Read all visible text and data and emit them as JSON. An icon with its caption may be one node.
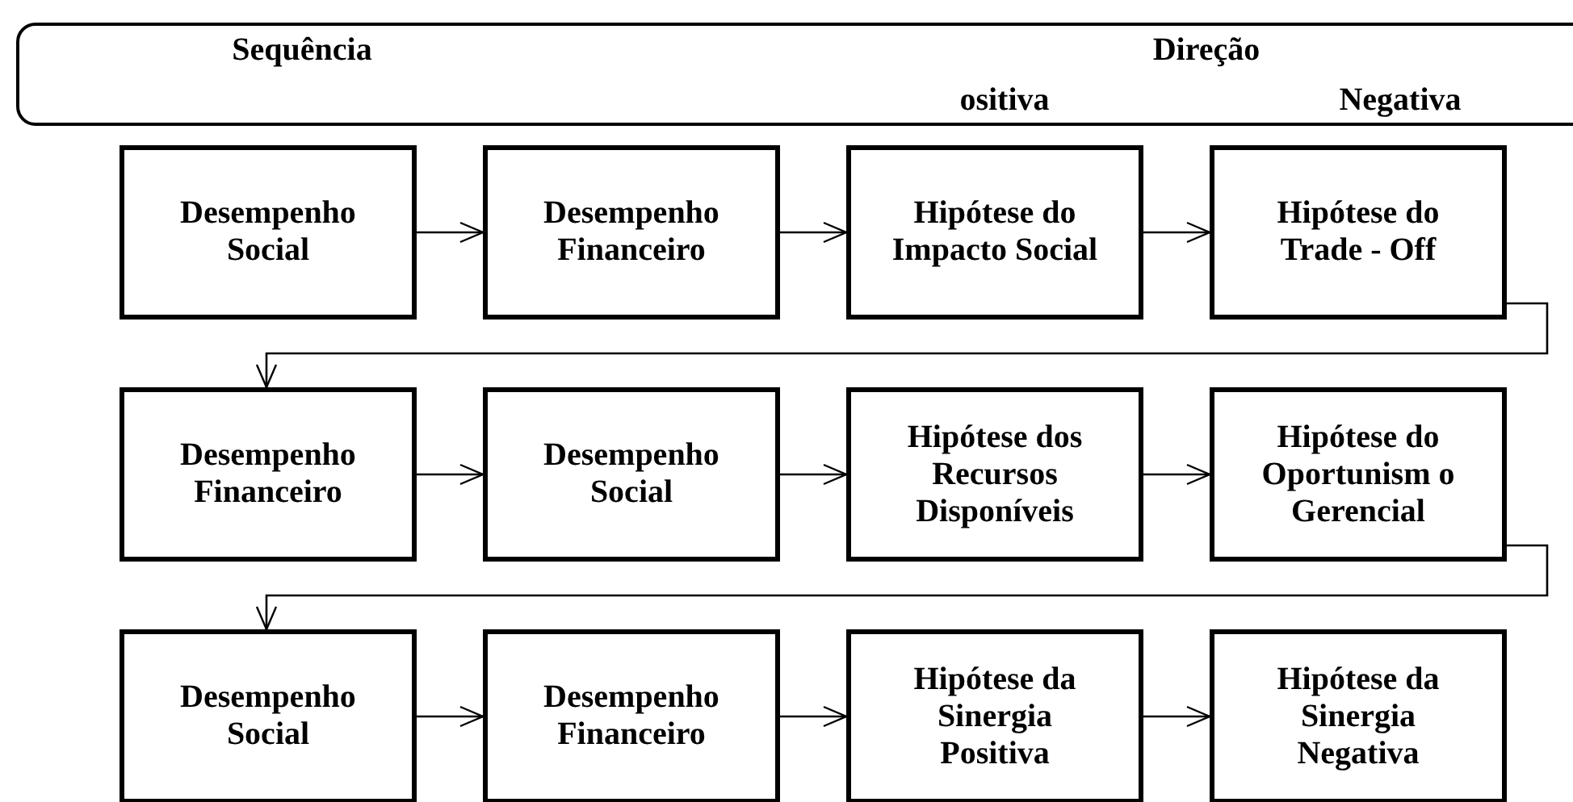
{
  "diagram": {
    "nodes": [
      {
        "text": [
          "Sequência",
          "Direção",
          "ositiva",
          "Negativa"
        ]
      },
      {
        "text": [
          "Desempenho Social"
        ]
      },
      {
        "text": [
          "Desempenho Financeiro"
        ]
      },
      {
        "text": [
          "Hipótese do Impacto Social"
        ]
      },
      {
        "text": [
          "Hipótese do Trade - Off"
        ]
      },
      {
        "text": [
          "Desempenho Financeiro"
        ]
      },
      {
        "text": [
          "Desempenho Social"
        ]
      },
      {
        "text": [
          "Hipótese dos Recursos Disponíveis"
        ]
      },
      {
        "text": [
          "Hipótese do Oportunism o Gerencial"
        ]
      },
      {
        "text": [
          "Desempenho Social"
        ]
      },
      {
        "text": [
          "Desempenho Financeiro"
        ]
      },
      {
        "text": [
          "Hipótese da Sinergia Positiva"
        ]
      },
      {
        "text": [
          "Hipótese da Sinergia Negativa"
        ]
      }
    ],
    "edges": [
      {
        "from": 1,
        "to": 2,
        "arrow": "to"
      },
      {
        "from": 2,
        "to": 3,
        "arrow": "to"
      },
      {
        "from": 3,
        "to": 4,
        "arrow": "to"
      },
      {
        "from": 4,
        "to": 5,
        "arrow": "to"
      },
      {
        "from": 5,
        "to": 6,
        "arrow": "to"
      },
      {
        "from": 6,
        "to": 7,
        "arrow": "to"
      },
      {
        "from": 7,
        "to": 8,
        "arrow": "to"
      },
      {
        "from": 8,
        "to": 9,
        "arrow": "to"
      },
      {
        "from": 9,
        "to": 10,
        "arrow": "to"
      },
      {
        "from": 10,
        "to": 11,
        "arrow": "to"
      },
      {
        "from": 11,
        "to": 12,
        "arrow": "to"
      }
    ]
  }
}
